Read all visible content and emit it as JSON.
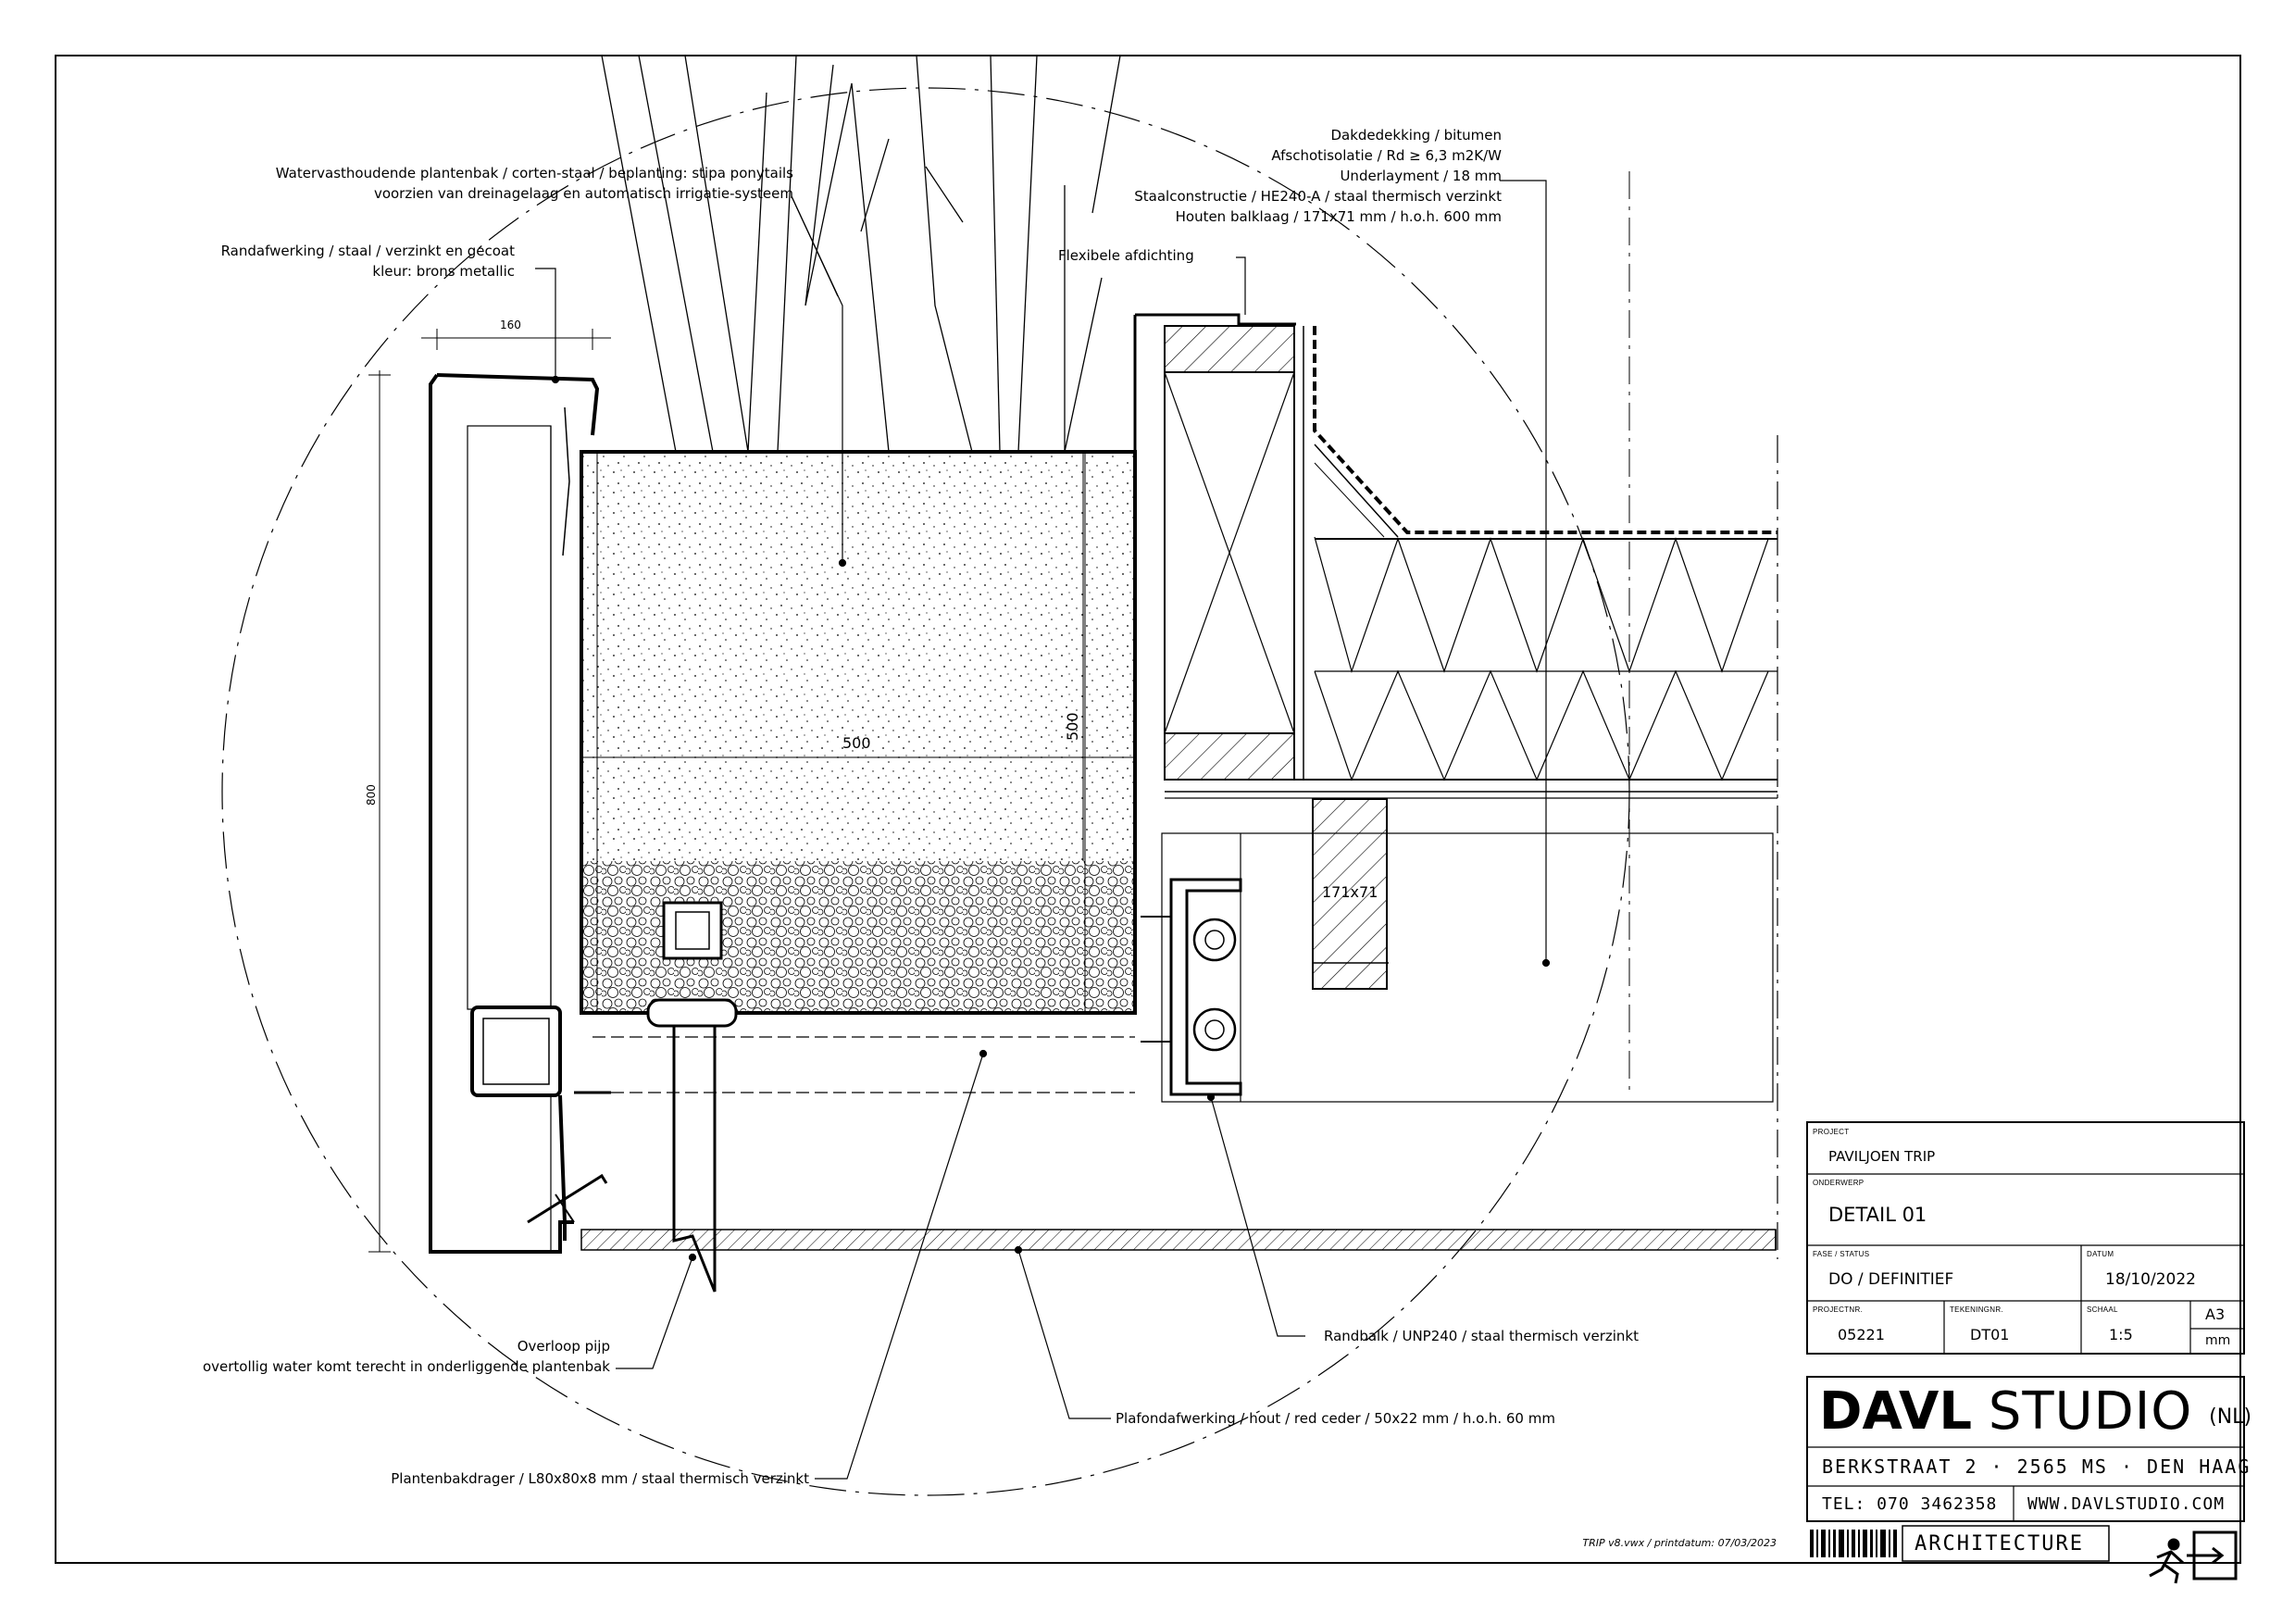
{
  "annotations": {
    "planter_line1": "Watervasthoudende plantenbak / corten-staal / beplanting: stipa ponytails",
    "planter_line2": "voorzien van dreinagelaag en automatisch irrigatie-systeem",
    "edge_line1": "Randafwerking / staal / verzinkt en gecoat",
    "edge_line2": "kleur: brons metallic",
    "roof_line1": "Dakdedekking / bitumen",
    "roof_line2": "Afschotisolatie / Rd ≥ 6,3 m2K/W",
    "roof_line3": "Underlayment / 18 mm",
    "roof_line4": "Staalconstructie / HE240-A / staal thermisch verzinkt",
    "roof_line5": "Houten balklaag / 171x71 mm / h.o.h. 600 mm",
    "flex_seal": "Flexibele afdichting",
    "overflow_line1": "Overloop pijp",
    "overflow_line2": "overtollig water komt terecht in onderliggende plantenbak",
    "edge_beam": "Randbalk / UNP240 / staal thermisch verzinkt",
    "ceiling": "Plafondafwerking / hout / red ceder / 50x22 mm / h.o.h. 60 mm",
    "planter_support": "Plantenbakdrager / L80x80x8 mm / staal thermisch verzinkt"
  },
  "dimensions": {
    "d160": "160",
    "d800": "800",
    "d500_h": "500",
    "d500_v": "500",
    "beam": "171x71"
  },
  "print_info": "TRIP v8.vwx  /  printdatum:  07/03/2023",
  "title_block": {
    "project_label": "PROJECT",
    "project": "PAVILJOEN TRIP",
    "subject_label": "ONDERWERP",
    "subject": "DETAIL 01",
    "phase_label": "FASE / STATUS",
    "phase": "DO / DEFINITIEF",
    "date_label": "DATUM",
    "date": "18/10/2022",
    "projnr_label": "PROJECTNR.",
    "projnr": "05221",
    "drawnr_label": "TEKENINGNR.",
    "drawnr": "DT01",
    "scale_label": "SCHAAL",
    "scale": "1:5",
    "paper": "A3",
    "unit": "mm"
  },
  "studio": {
    "name_bold": "DAVL",
    "name_light": "STUDIO",
    "country": "(NL)",
    "address": "BERKSTRAAT 2 · 2565 MS · DEN HAAG",
    "phone": "TEL: 070 3462358",
    "web": "WWW.DAVLSTUDIO.COM",
    "tagline": "ARCHITECTURE"
  }
}
